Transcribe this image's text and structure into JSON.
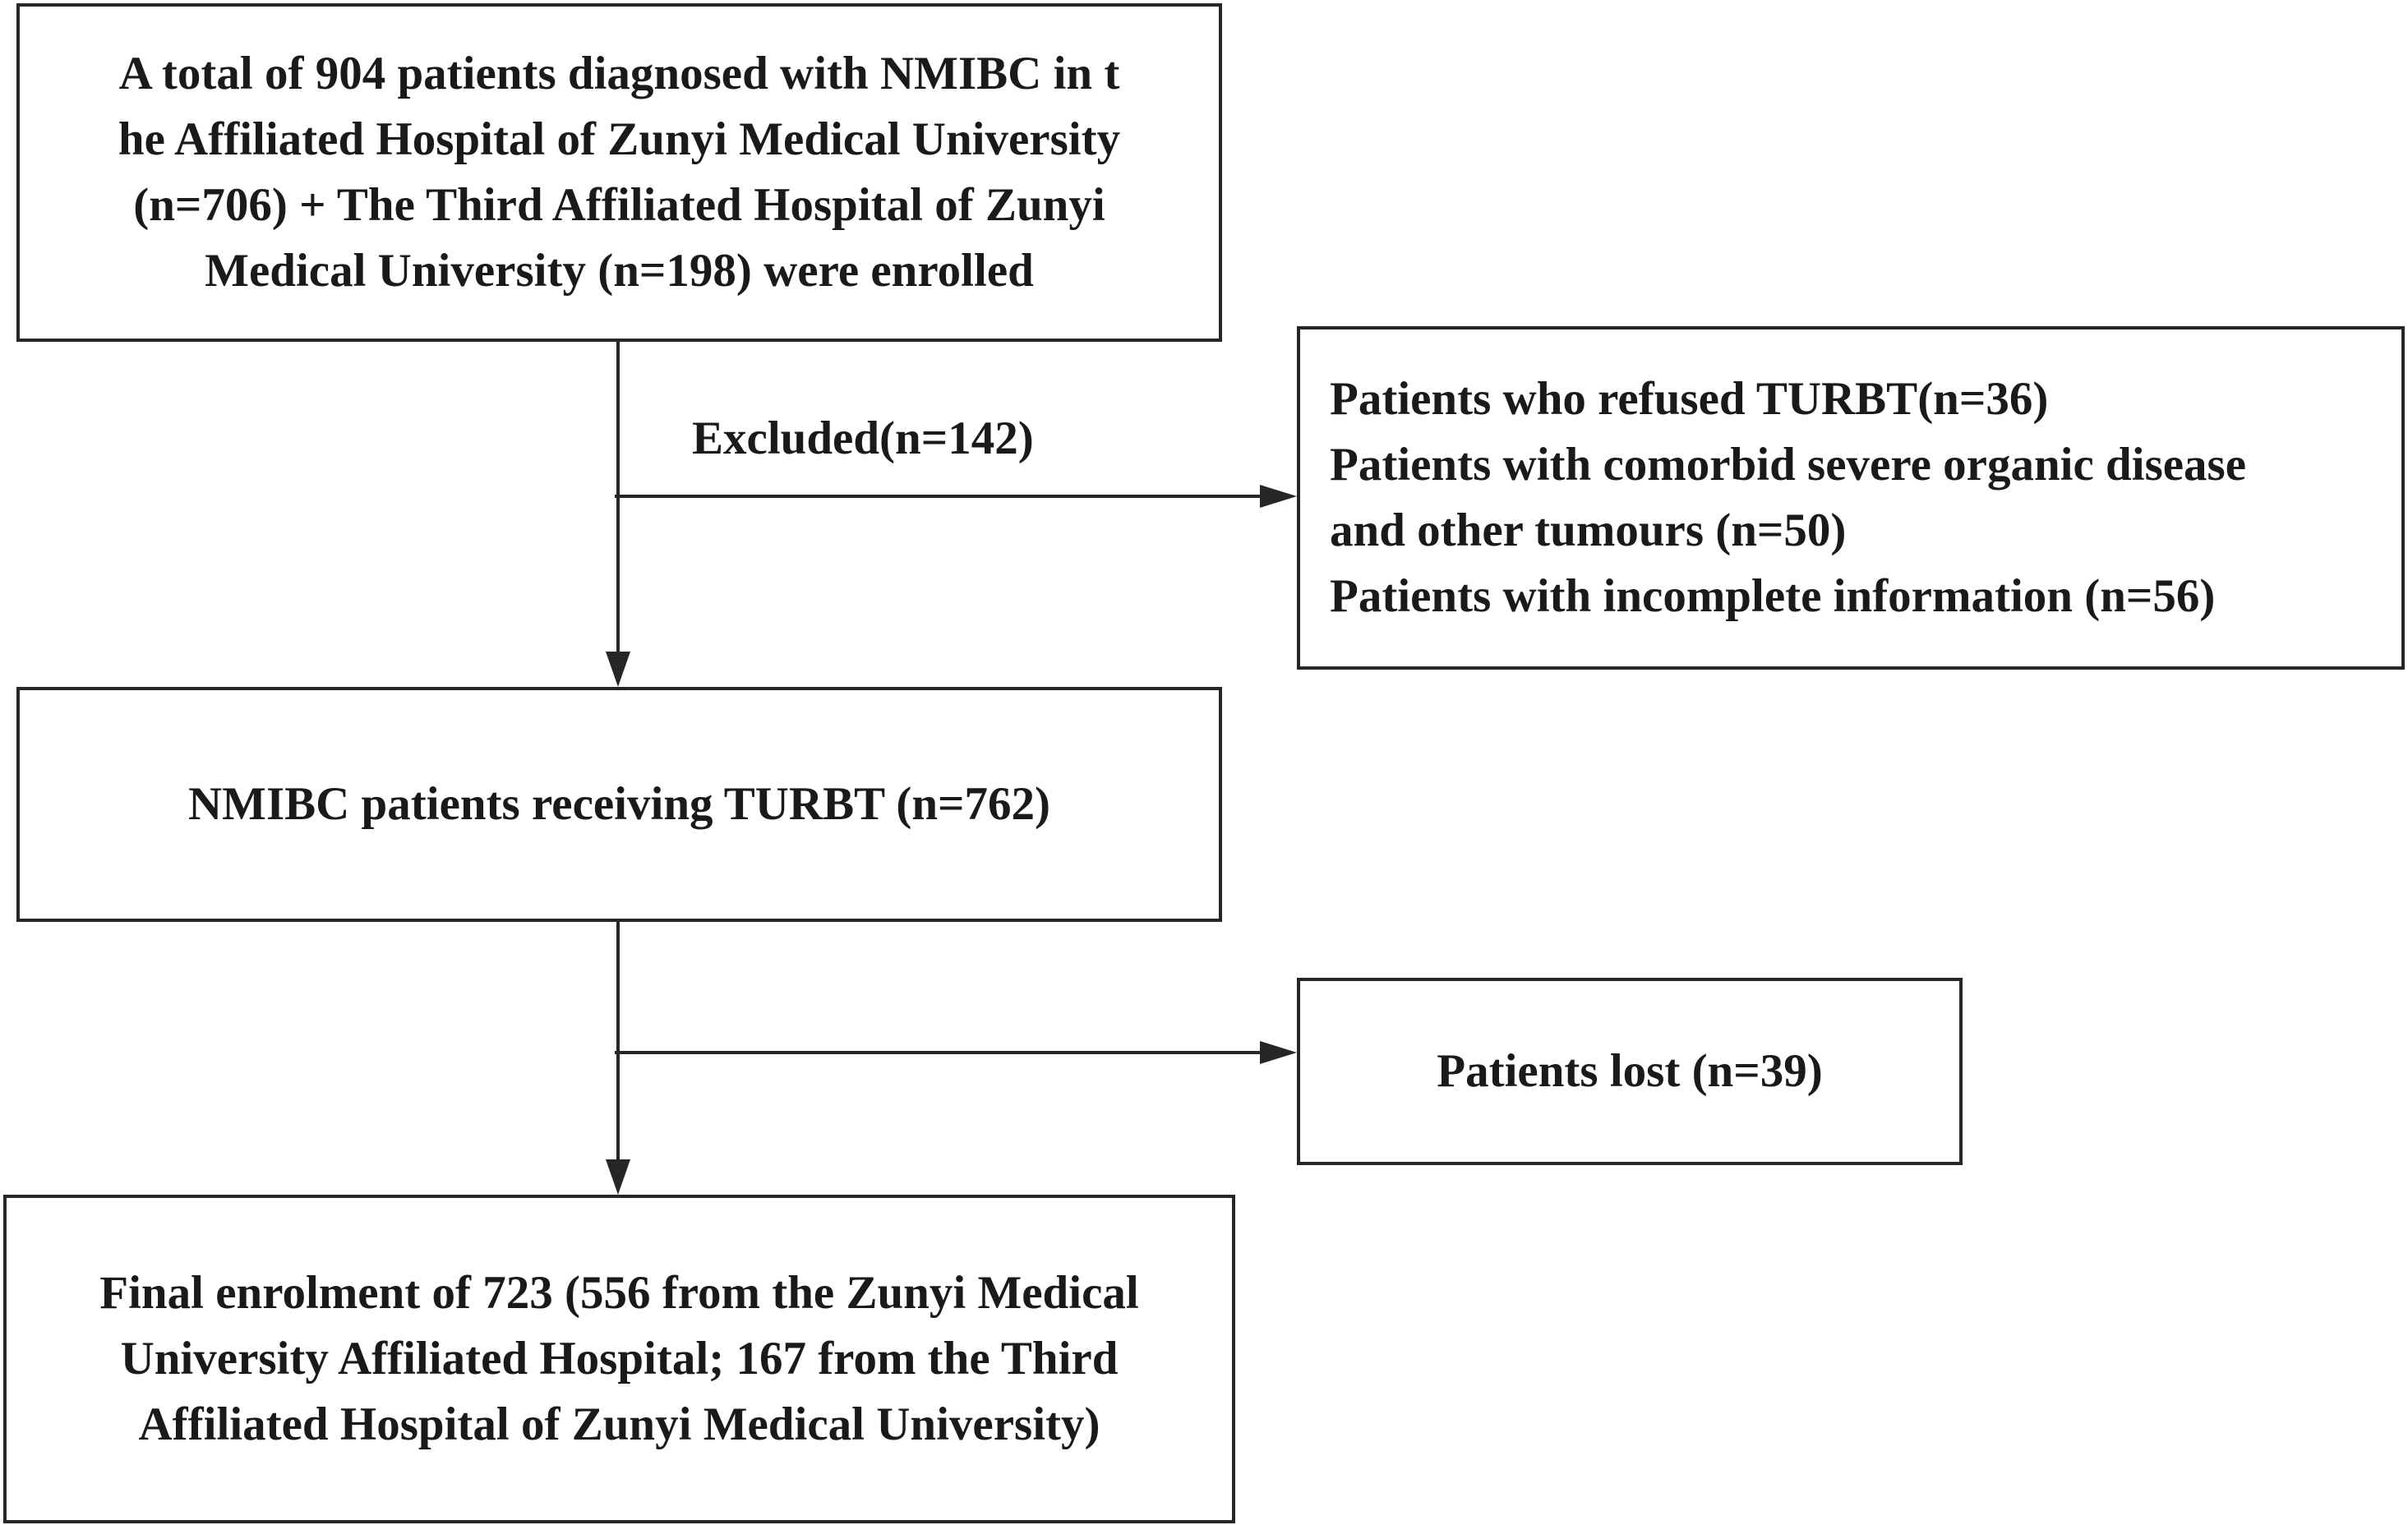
{
  "flowchart": {
    "enrolled_box": {
      "lines": [
        "A total of 904 patients diagnosed with NMIBC in t",
        "he Affiliated Hospital of Zunyi Medical University",
        "(n=706) + The Third Affiliated Hospital of Zunyi",
        "Medical University (n=198) were enrolled"
      ]
    },
    "excluded_label": "Excluded(n=142)",
    "exclusion_box": {
      "lines": [
        "Patients who refused TURBT(n=36)",
        "Patients with comorbid severe organic disease",
        "and other tumours (n=50)",
        "Patients with incomplete information (n=56)"
      ]
    },
    "turbt_box": {
      "lines": [
        "NMIBC patients receiving TURBT (n=762)"
      ]
    },
    "lost_box": {
      "lines": [
        "Patients lost (n=39)"
      ]
    },
    "final_box": {
      "lines": [
        "Final enrolment of 723 (556 from the Zunyi Medical",
        "University Affiliated Hospital; 167 from the Third",
        "Affiliated Hospital of Zunyi Medical University)"
      ]
    },
    "line_color": "#262626"
  }
}
